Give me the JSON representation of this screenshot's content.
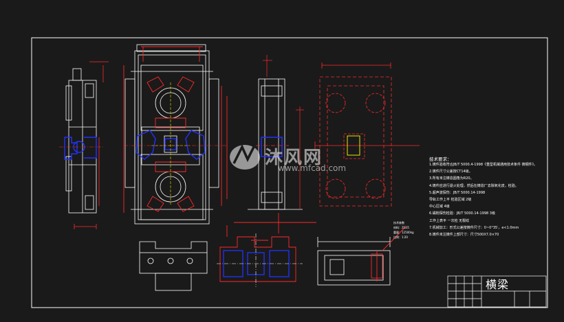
{
  "drawing": {
    "title_block_name": "横梁",
    "colors": {
      "background": "#1a1a1a",
      "frame": "#ffffff",
      "outline": "#ffffff",
      "dimension": "#ff2a2a",
      "section_blue": "#2233ff",
      "hatch_red": "#ff2a2a",
      "hidden_yellow": "#e8e800"
    }
  },
  "watermark": {
    "brand_cn": "沐风网",
    "brand_en": "www.mfcad.com",
    "logo_icon": "mf-logo-icon"
  },
  "tech_notes": {
    "title": "技术要求：",
    "lines": [
      "1.铸件验收符合JB/T 5000.4-1998《重型机械通用技术条件 铸钢件》。",
      "2.铸件尺寸公差按CT14级。",
      "3.所有未注铸造圆角为R20。",
      "4.铸件应进行退火处理，然后在铸造厂去除氧化皮，检验。",
      "5.超声波探伤：JB/T 5000.14-1998",
      "    导轨工作上平    检验区域    2级",
      "                   中心区域    4级",
      "6.磁粉探伤检验：JB/T 5000.14-1998 3级",
      "    工作上表平              一次检   无裂纹",
      "7.机械加工：形式公差按铸件尺寸：0~0°35′，e<1.0mm",
      "8.铸件未注铸件上部尺寸：尺寸500X7.0×70"
    ]
  },
  "small_notes": {
    "lines": [
      "技术参数",
      "材料：ZG35",
      "重量：12500kg",
      "比例：1:20"
    ]
  }
}
